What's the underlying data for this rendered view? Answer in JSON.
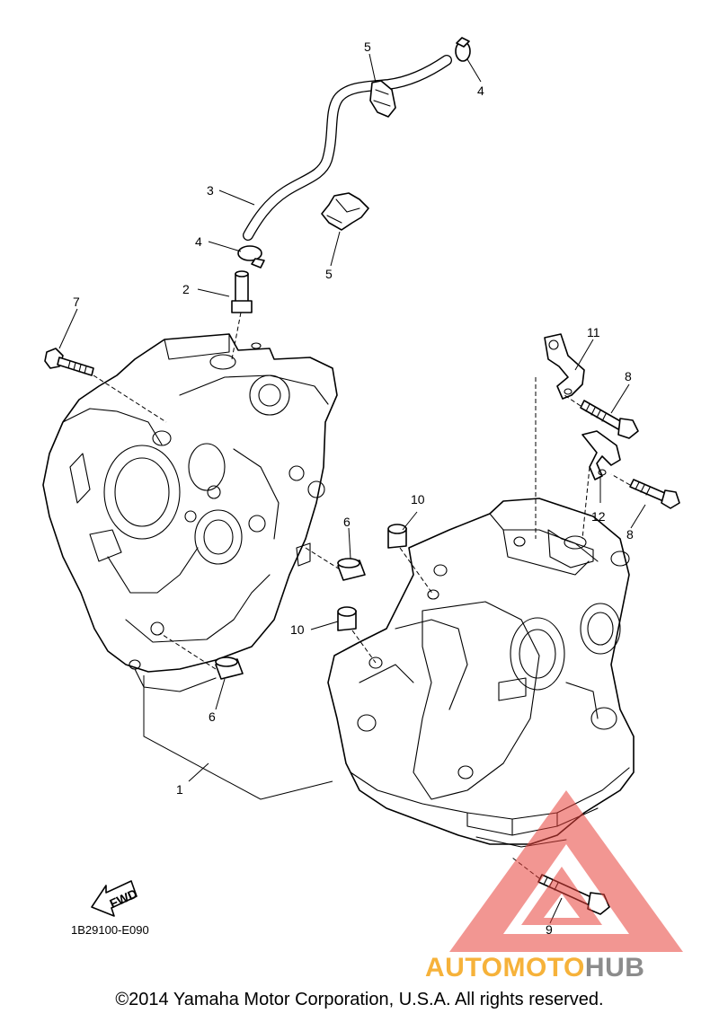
{
  "diagram": {
    "callouts": [
      {
        "id": "1",
        "label": "1"
      },
      {
        "id": "2",
        "label": "2"
      },
      {
        "id": "3",
        "label": "3"
      },
      {
        "id": "4a",
        "label": "4"
      },
      {
        "id": "4b",
        "label": "4"
      },
      {
        "id": "5a",
        "label": "5"
      },
      {
        "id": "5b",
        "label": "5"
      },
      {
        "id": "6a",
        "label": "6"
      },
      {
        "id": "6b",
        "label": "6"
      },
      {
        "id": "7",
        "label": "7"
      },
      {
        "id": "8a",
        "label": "8"
      },
      {
        "id": "8b",
        "label": "8"
      },
      {
        "id": "9",
        "label": "9"
      },
      {
        "id": "10a",
        "label": "10"
      },
      {
        "id": "10b",
        "label": "10"
      },
      {
        "id": "11",
        "label": "11"
      },
      {
        "id": "12",
        "label": "12"
      }
    ],
    "fwd_label": "FWD",
    "drawing_code": "1B29100-E090"
  },
  "watermark": {
    "part1": "AUTOMOTO",
    "part2": "HUB",
    "colors": {
      "triangle": "#e8413a",
      "part1": "#f6b23a",
      "part2": "#8c8c8c"
    }
  },
  "footer": {
    "copyright": "©2014 Yamaha Motor Corporation, U.S.A. All rights reserved."
  }
}
